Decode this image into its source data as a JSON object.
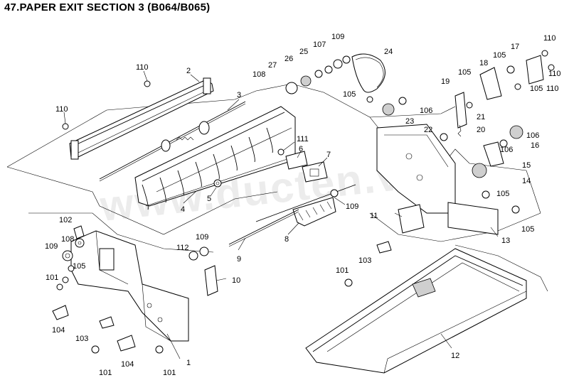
{
  "title": "47.PAPER EXIT SECTION 3 (B064/B065)",
  "watermark": "www.ducten.vn",
  "callouts": [
    "110",
    "2",
    "110",
    "3",
    "111",
    "6",
    "7",
    "4",
    "5",
    "109",
    "8",
    "102",
    "108",
    "109",
    "112",
    "109",
    "9",
    "105",
    "101",
    "10",
    "104",
    "103",
    "104",
    "101",
    "101",
    "1",
    "110",
    "105",
    "17",
    "18",
    "110",
    "105",
    "110",
    "109",
    "107",
    "24",
    "25",
    "26",
    "27",
    "108",
    "105",
    "19",
    "105",
    "106",
    "23",
    "21",
    "22",
    "20",
    "106",
    "16",
    "106",
    "15",
    "14",
    "11",
    "105",
    "105",
    "13",
    "103",
    "101",
    "12"
  ]
}
